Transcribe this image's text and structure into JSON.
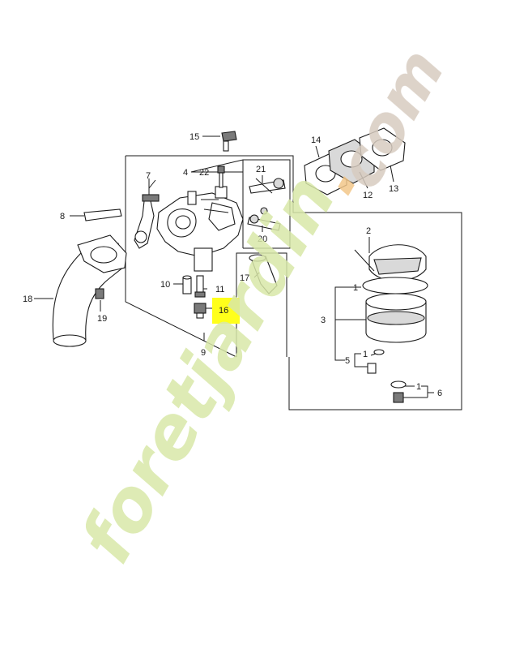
{
  "watermark": {
    "text_main": "foretjardin",
    "text_dot": ".",
    "text_com": "com",
    "color_light": "#d8e8a8",
    "color_dot": "#f2c78a",
    "color_com": "#d7cbc0"
  },
  "highlight": {
    "color": "#ffff1a",
    "part": "16"
  },
  "callouts": {
    "p1a": "1",
    "p1b": "1",
    "p1c": "1",
    "p2": "2",
    "p3": "3",
    "p4": "4",
    "p5": "5",
    "p6": "6",
    "p7": "7",
    "p8": "8",
    "p9": "9",
    "p10": "10",
    "p11": "11",
    "p12": "12",
    "p13": "13",
    "p14": "14",
    "p15": "15",
    "p16": "16",
    "p17": "17",
    "p18": "18",
    "p19": "19",
    "p20": "20",
    "p21": "21",
    "p22": "22"
  }
}
